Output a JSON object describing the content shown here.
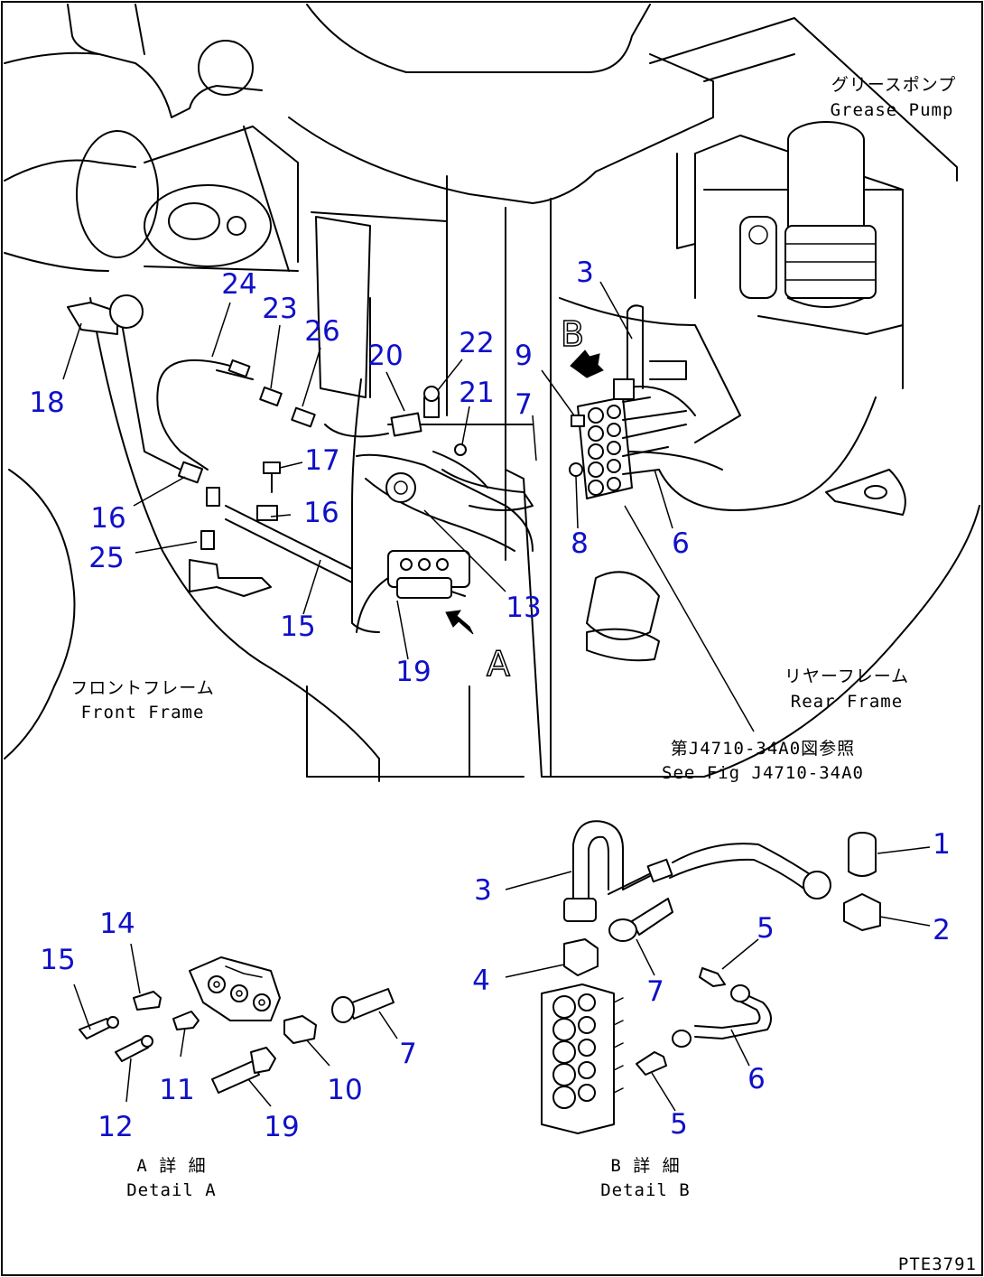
{
  "callouts": {
    "c3_top": "3",
    "c18": "18",
    "c24": "24",
    "c23": "23",
    "c26": "26",
    "c20": "20",
    "c22": "22",
    "c21": "21",
    "c9": "9",
    "c7_top": "7",
    "c17": "17",
    "c16_left": "16",
    "c16_right": "16",
    "c25": "25",
    "c15_top": "15",
    "c8": "8",
    "c6_top": "6",
    "c13": "13",
    "c19_top": "19",
    "c1": "1",
    "c2": "2",
    "c3_b": "3",
    "c4": "4",
    "c5_upper": "5",
    "c5_lower": "5",
    "c6_b": "6",
    "c7_b": "7",
    "c14": "14",
    "c15_a": "15",
    "c11": "11",
    "c12": "12",
    "c10": "10",
    "c7_a": "7",
    "c19_a": "19"
  },
  "labels": {
    "view_b_letter": "B",
    "view_a_letter": "A",
    "grease_pump_jp": "グリースポンプ",
    "grease_pump_en": "Grease Pump",
    "front_frame_jp": "フロントフレーム",
    "front_frame_en": "Front Frame",
    "rear_frame_jp": "リヤーフレーム",
    "rear_frame_en": "Rear Frame",
    "see_fig_jp": "第J4710-34A0図参照",
    "see_fig_en": "See Fig J4710-34A0",
    "detail_a_jp": "A 詳 細",
    "detail_a_en": "Detail A",
    "detail_b_jp": "B 詳 細",
    "detail_b_en": "Detail B",
    "drawing_code": "PTE3791"
  }
}
